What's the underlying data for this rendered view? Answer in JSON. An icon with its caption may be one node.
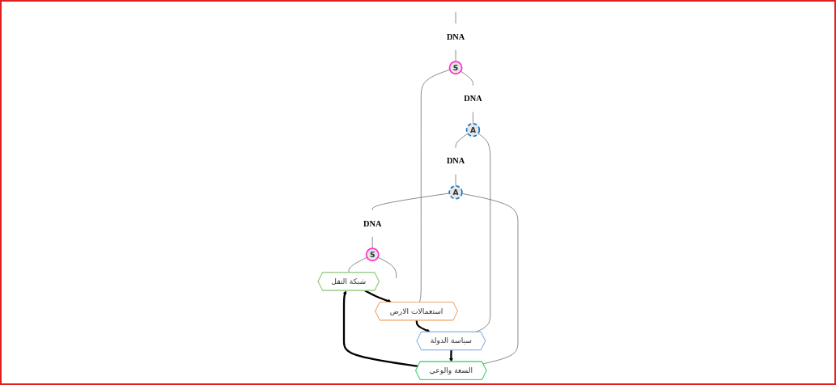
{
  "diagram": {
    "nodes": [
      {
        "text": [
          "DNA"
        ]
      },
      {
        "text": [
          "S"
        ]
      },
      {
        "text": [
          "استعمالات الارض"
        ]
      },
      {
        "text": [
          "DNA"
        ]
      },
      {
        "text": [
          "A"
        ]
      },
      {
        "text": [
          "سياسة الدولة"
        ]
      },
      {
        "text": [
          "DNA"
        ]
      },
      {
        "text": [
          "A"
        ]
      },
      {
        "text": [
          "السعة والوعي"
        ]
      },
      {
        "text": [
          "DNA"
        ]
      },
      {
        "text": [
          "S"
        ]
      },
      {
        "text": [
          "شبكة النقل"
        ]
      }
    ],
    "edges": [
      {
        "from": null,
        "to": 0,
        "arrow": "none"
      },
      {
        "from": 0,
        "to": 1,
        "arrow": "none"
      },
      {
        "from": 1,
        "to": 3,
        "arrow": "none"
      },
      {
        "from": 3,
        "to": 4,
        "arrow": "none"
      },
      {
        "from": 4,
        "to": 6,
        "arrow": "none"
      },
      {
        "from": 6,
        "to": 7,
        "arrow": "none"
      },
      {
        "from": 7,
        "to": 9,
        "arrow": "none"
      },
      {
        "from": 9,
        "to": 10,
        "arrow": "none"
      },
      {
        "from": 10,
        "to": null,
        "arrow": "none"
      },
      {
        "from": 1,
        "to": 2,
        "arrow": "none"
      },
      {
        "from": 4,
        "to": 5,
        "arrow": "none"
      },
      {
        "from": 7,
        "to": 8,
        "arrow": "none"
      },
      {
        "from": 10,
        "to": 11,
        "arrow": "none"
      },
      {
        "from": 2,
        "to": 5,
        "arrow": "to",
        "style": "thick"
      },
      {
        "from": 5,
        "to": 8,
        "arrow": "to",
        "style": "thick"
      },
      {
        "from": 8,
        "to": 11,
        "arrow": "to",
        "style": "thick"
      },
      {
        "from": 11,
        "to": 2,
        "arrow": "to",
        "style": "thick"
      }
    ]
  }
}
